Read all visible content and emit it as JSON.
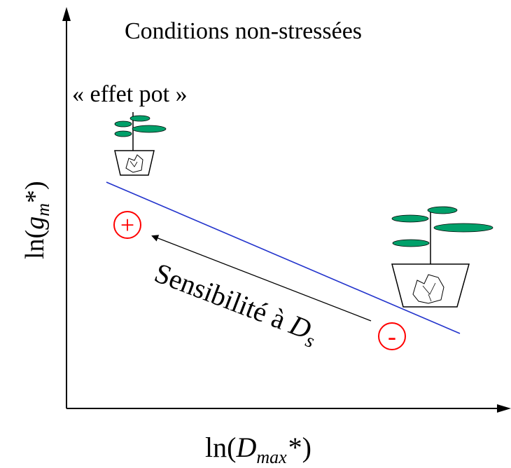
{
  "title": "Conditions non-stressées",
  "annotation_pot_effect": "« effet pot »",
  "axes": {
    "y_label": {
      "prefix": "ln(",
      "var": "g",
      "sub": "m",
      "suffix": "*)"
    },
    "x_label": {
      "prefix": "ln(",
      "var": "D",
      "sub": "max",
      "suffix": "*)"
    }
  },
  "arrow_label": {
    "text": "Sensibilité à ",
    "var": "D",
    "sub": "s"
  },
  "markers": {
    "plus": "+",
    "minus": "-"
  },
  "colors": {
    "axis": "#000000",
    "trend_line": "#2233cc",
    "marker": "#ff0000",
    "leaf": "#00a06a",
    "text": "#000000"
  }
}
